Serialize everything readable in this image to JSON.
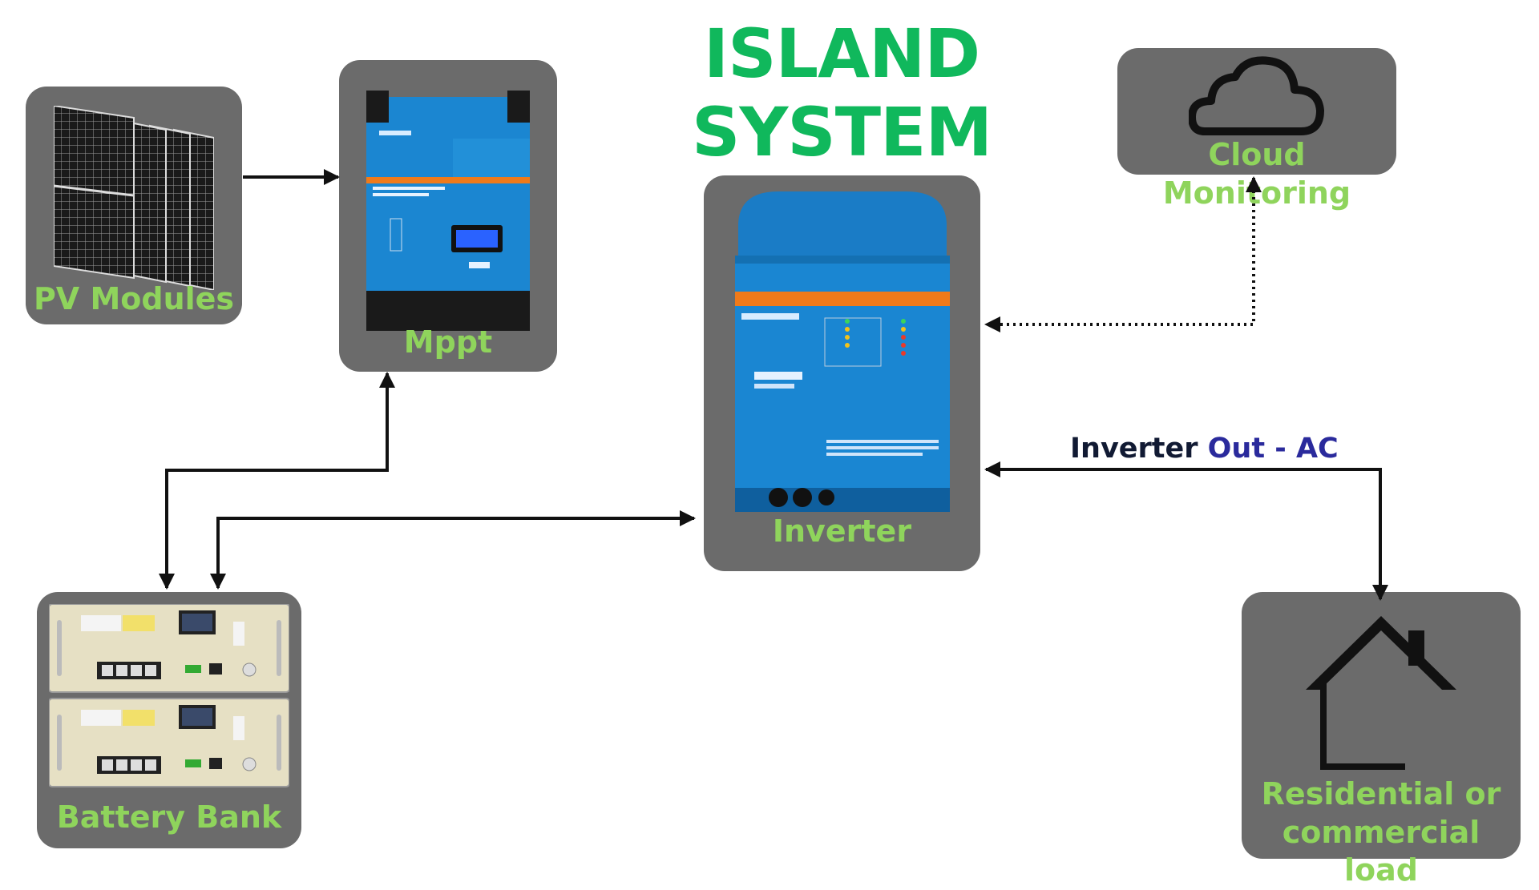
{
  "title": "ISLAND SYSTEM",
  "nodes": {
    "pv": {
      "label": "PV Modules"
    },
    "mppt": {
      "label": "Mppt"
    },
    "inverter": {
      "label": "Inverter"
    },
    "cloud": {
      "label": "Cloud Monitoring"
    },
    "battery": {
      "label": "Battery Bank"
    },
    "load": {
      "label_line1": "Residential or",
      "label_line2": "commercial load"
    }
  },
  "edge_labels": {
    "inverter_out_part1": "Inverter ",
    "inverter_out_part2": "Out - AC"
  },
  "colors": {
    "title": "#10b85c",
    "card": "#6b6b6b",
    "label": "#8fd45c",
    "arrow": "#111111"
  },
  "icons": [
    "solar-panel-icon",
    "mppt-device-icon",
    "inverter-device-icon",
    "cloud-icon",
    "battery-rack-icon",
    "house-icon"
  ]
}
